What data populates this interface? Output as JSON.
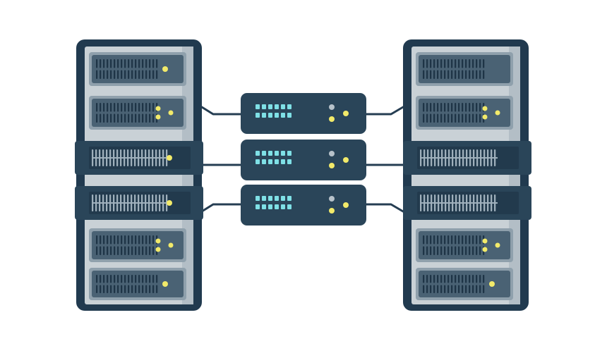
{
  "colors": {
    "background": "#ffffff",
    "rack_frame": "#213a4f",
    "rack_panel": "#c9d1d6",
    "unit_dark": "#2a4559",
    "unit_slate": "#4a6274",
    "unit_light_border": "#8fa0ac",
    "vent_dark": "#1e3446",
    "vent_light": "#9fb0bc",
    "led_yellow": "#f2ea6a",
    "led_grey": "#b7c2ca",
    "led_cyan": "#7fe0e6",
    "cable": "#253d52"
  },
  "icons": {
    "left_rack": "server-rack-icon",
    "right_rack": "server-rack-icon",
    "switches": "network-switch-icon"
  },
  "left_rack": {
    "units": [
      {
        "style": "slate",
        "leds": 1
      },
      {
        "style": "slate",
        "leds": 3
      },
      {
        "style": "dark-wide",
        "leds": 1
      },
      {
        "style": "dark-wide",
        "leds": 1
      },
      {
        "style": "slate",
        "leds": 3
      },
      {
        "style": "slate",
        "leds": 1
      }
    ]
  },
  "right_rack": {
    "units": [
      {
        "style": "slate",
        "leds": 0
      },
      {
        "style": "slate",
        "leds": 3
      },
      {
        "style": "dark-wide",
        "leds": 0
      },
      {
        "style": "dark-wide",
        "leds": 0
      },
      {
        "style": "slate",
        "leds": 3
      },
      {
        "style": "slate",
        "leds": 1
      }
    ]
  },
  "switches": [
    {
      "ports_rows": 2,
      "ports_per_row": 6,
      "status_leds": [
        "grey",
        "yellow",
        "yellow"
      ]
    },
    {
      "ports_rows": 2,
      "ports_per_row": 6,
      "status_leds": [
        "grey",
        "yellow",
        "yellow"
      ]
    },
    {
      "ports_rows": 2,
      "ports_per_row": 6,
      "status_leds": [
        "grey",
        "yellow",
        "yellow"
      ]
    }
  ]
}
